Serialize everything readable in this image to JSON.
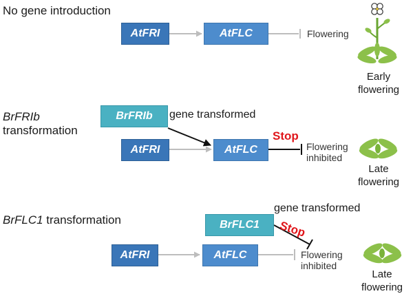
{
  "colors": {
    "atfri_box": "#3a76b8",
    "atflc_box": "#4d8ccd",
    "transgene_box": "#4ab1c2",
    "stop_text": "#e0161b",
    "knockout_cross": "#e0161b",
    "plant_leaf": "#8cc04a",
    "plant_stem": "#6aa632"
  },
  "panel1": {
    "title": "No gene introduction",
    "atfri": "AtFRI",
    "atflc": "AtFLC",
    "result": "Flowering",
    "phenotype_line1": "Early",
    "phenotype_line2": "flowering"
  },
  "panel2": {
    "title_italic": "BrFRIb",
    "title_rest": "transformation",
    "transgene": "BrFRIb",
    "transgene_note": "gene transformed",
    "atfri": "AtFRI",
    "atflc": "AtFLC",
    "stop": "Stop",
    "result_line1": "Flowering",
    "result_line2": "inhibited",
    "phenotype_line1": "Late",
    "phenotype_line2": "flowering"
  },
  "panel3": {
    "title_italic": "BrFLC1",
    "title_rest": " transformation",
    "transgene": "BrFLC1",
    "transgene_note": "gene transformed",
    "atfri": "AtFRI",
    "atflc": "AtFLC",
    "stop": "Stop",
    "result_line1": "Flowering",
    "result_line2": "inhibited",
    "phenotype_line1": "Late",
    "phenotype_line2": "flowering"
  }
}
